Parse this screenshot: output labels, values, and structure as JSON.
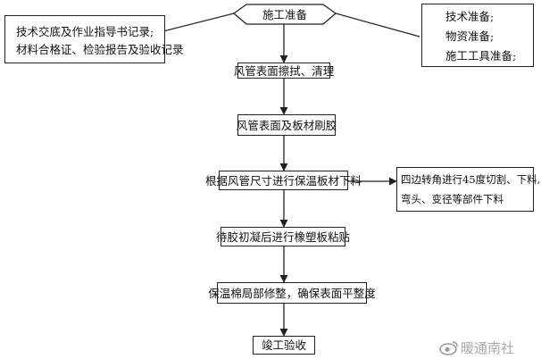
{
  "diagram": {
    "start": "施工准备",
    "left_note": [
      "技术交底及作业指导书记录;",
      "材料合格证、检验报告及验收记录"
    ],
    "right_note": [
      "技术准备;",
      "物资准备;",
      "施工工具准备;"
    ],
    "steps": [
      "风管表面擦拭、清理",
      "风管表面及板材刷胶",
      "根据风管尺寸进行保温板材下料",
      "待胶初凝后进行橡塑板粘贴",
      "保温棉局部修整，确保表面平整度",
      "竣工验收"
    ],
    "side_note": [
      "四边转角进行45度切割、下料,",
      "弯头、变径等部件下料"
    ]
  },
  "watermark": {
    "text": "暖通南社",
    "color": "#9a9a9a"
  }
}
